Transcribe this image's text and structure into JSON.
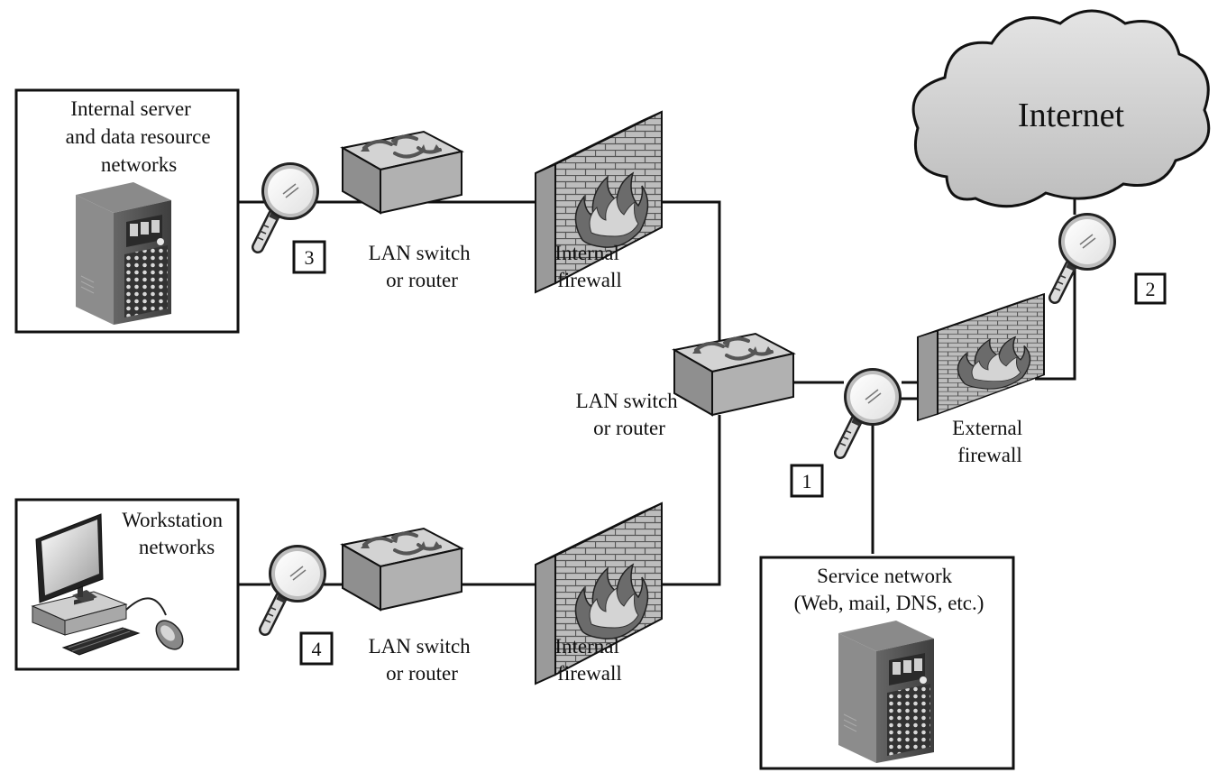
{
  "cloud": {
    "label": "Internet"
  },
  "networks": {
    "internal_server": {
      "lines": [
        "Internal server",
        "and data resource",
        "networks"
      ]
    },
    "workstation": {
      "lines": [
        "Workstation",
        "networks"
      ]
    },
    "service": {
      "lines": [
        "Service network",
        "(Web, mail, DNS, etc.)"
      ]
    }
  },
  "switches": {
    "top": {
      "lines": [
        "LAN switch",
        "or router"
      ]
    },
    "center": {
      "lines": [
        "LAN switch",
        "or router"
      ]
    },
    "bottom": {
      "lines": [
        "LAN switch",
        "or router"
      ]
    }
  },
  "firewalls": {
    "internal_top": {
      "lines": [
        "Internal",
        "firewall"
      ]
    },
    "internal_bottom": {
      "lines": [
        "Internal",
        "firewall"
      ]
    },
    "external": {
      "lines": [
        "External",
        "firewall"
      ]
    }
  },
  "monitor_points": [
    "1",
    "2",
    "3",
    "4"
  ],
  "colors": {
    "line": "#111111",
    "device_fill": "#b9b9b9",
    "cloud_fill": "#cfcfcf",
    "server_dark": "#555555"
  }
}
